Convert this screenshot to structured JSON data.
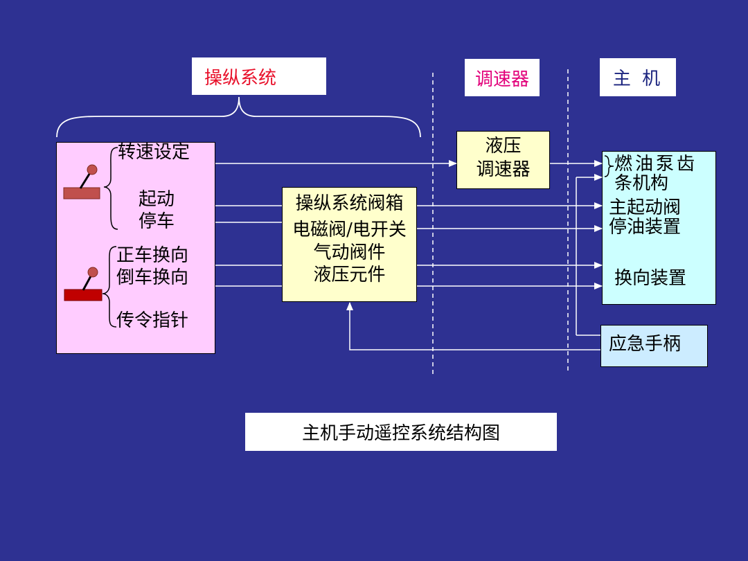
{
  "headers": {
    "control_system": "操纵系统",
    "governor": "调速器",
    "main_engine": "主 机"
  },
  "panel": {
    "speed_setting": "转速设定",
    "start": "起动",
    "stop": "停车",
    "ahead": "正车换向",
    "astern": "倒车换向",
    "telegraph": "传令指针"
  },
  "valve_box": {
    "line1": "操纵系统阀箱",
    "line2": "电磁阀/电开关",
    "line3": "气动阀件",
    "line4": "液压元件"
  },
  "governor_box": {
    "line1": "液压",
    "line2": "调速器"
  },
  "engine_box": {
    "fuel_rack_line1": "燃油泵齿",
    "fuel_rack_line2": "条机构",
    "start_valve": "主起动阀",
    "stop_device": "停油装置",
    "reversing": "换向装置"
  },
  "emergency_box": {
    "label": "应急手柄"
  },
  "caption": "主机手动遥控系统结构图",
  "colors": {
    "background": "#2e3192",
    "panel": "#ffccff",
    "valve_box": "#ffffcc",
    "engine_box": "#ccffff",
    "emergency_box": "#ccecff",
    "header_control": "#e8102a",
    "header_governor": "#e2007a",
    "header_engine": "#1a237e"
  },
  "icons": [
    "lever-icon"
  ]
}
